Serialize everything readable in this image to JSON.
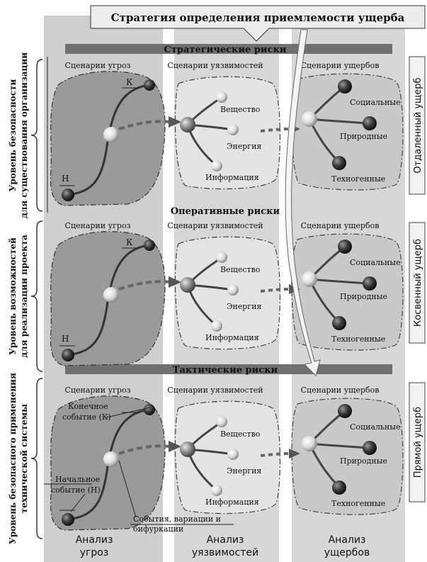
{
  "title": "Стратегия определения приемлемости ущерба",
  "columns": {
    "threats": "Анализ угроз",
    "threats_l1": "Анализ",
    "threats_l2": "угроз",
    "vuln_l1": "Анализ",
    "vuln_l2": "уязвимостей",
    "damage_l1": "Анализ",
    "damage_l2": "ущербов"
  },
  "scenario_labels": {
    "threats": "Сценарии угроз",
    "vulnerabilities": "Сценарии уязвимостей",
    "damages": "Сценарии ущербов"
  },
  "levels": [
    {
      "risk_title": "Стратегические риски",
      "left_line1": "Уровень безопасности",
      "left_line2": "для существования организации",
      "right_label": "Отдаленный ущерб"
    },
    {
      "risk_title": "Оперативные риски",
      "left_line1": "Уровень возможностей",
      "left_line2": "для реализации проекта",
      "right_label": "Косвенный ущерб"
    },
    {
      "risk_title": "Тактические риски",
      "left_line1": "Уровень безопасного применения",
      "left_line2": "технической системы",
      "right_label": "Прямой ущерб"
    }
  ],
  "node_labels": {
    "start": "Н",
    "end": "К",
    "substance": "Вещество",
    "energy": "Энергия",
    "information": "Информация",
    "social": "Социальные",
    "natural": "Природные",
    "technogenic": "Техногенные"
  },
  "annotations": {
    "final_event_l1": "Конечное",
    "final_event_l2": "событие (К)",
    "initial_event_l1": "Начальное",
    "initial_event_l2": "событие (Н)",
    "events_l1": "События, вариации и",
    "events_l2": "бифуркации"
  }
}
